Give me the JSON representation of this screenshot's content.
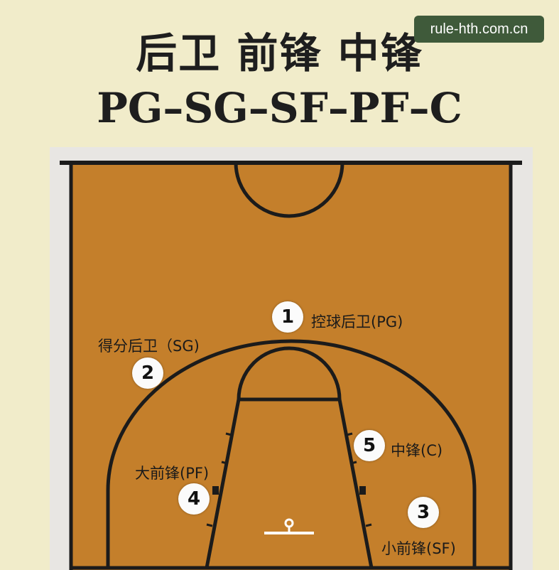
{
  "title": {
    "chinese": "后卫 前锋 中锋",
    "positions": "PG–SG–SF–PF–C"
  },
  "watermark": "rule-hth.com.cn",
  "positions": [
    {
      "number": "1",
      "label": "控球后卫(PG)"
    },
    {
      "number": "2",
      "label": "得分后卫（SG)"
    },
    {
      "number": "3",
      "label": "小前锋(SF)"
    },
    {
      "number": "4",
      "label": "大前锋(PF)"
    },
    {
      "number": "5",
      "label": "中锋(C)"
    }
  ],
  "colors": {
    "background": "#f1ecca",
    "court": "#c47f2b",
    "lines": "#1b1b1b",
    "watermark_bg": "#3f5a3a"
  }
}
